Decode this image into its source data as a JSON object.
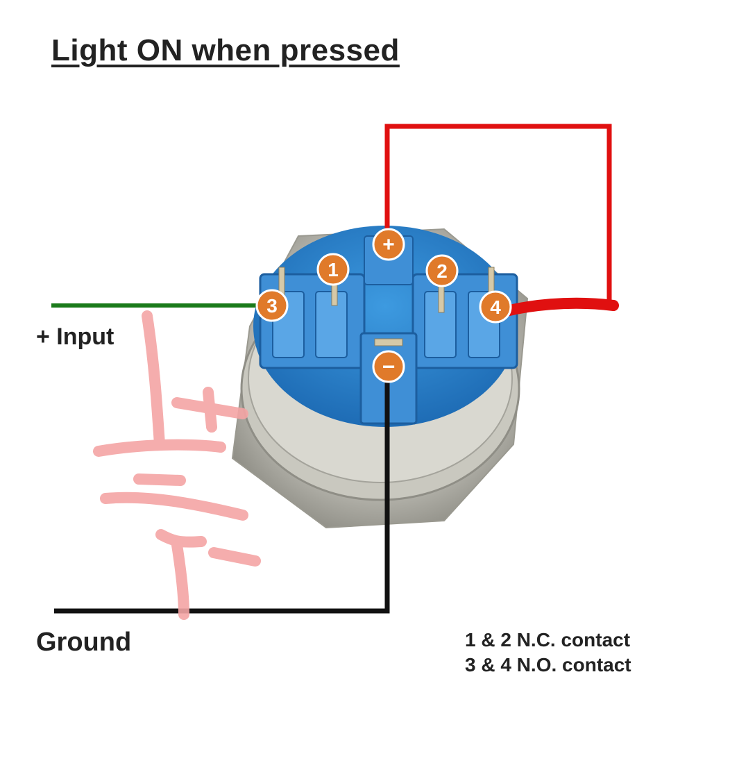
{
  "title": "Light ON when pressed",
  "labels": {
    "input": "+ Input",
    "ground": "Ground"
  },
  "notes": [
    "1 & 2 N.C. contact",
    "3 & 4 N.O. contact"
  ],
  "terminals": {
    "t1": "1",
    "t2": "2",
    "t3": "3",
    "t4": "4",
    "plus": "+",
    "minus": "−"
  },
  "colors": {
    "input_wire": "#1a7a1a",
    "led_wire": "#e01010",
    "ground_wire": "#111111",
    "switch_body": "#2a7fc9",
    "terminal_badge": "#e07a2a",
    "battery_sketch": "#f4a5a5"
  }
}
